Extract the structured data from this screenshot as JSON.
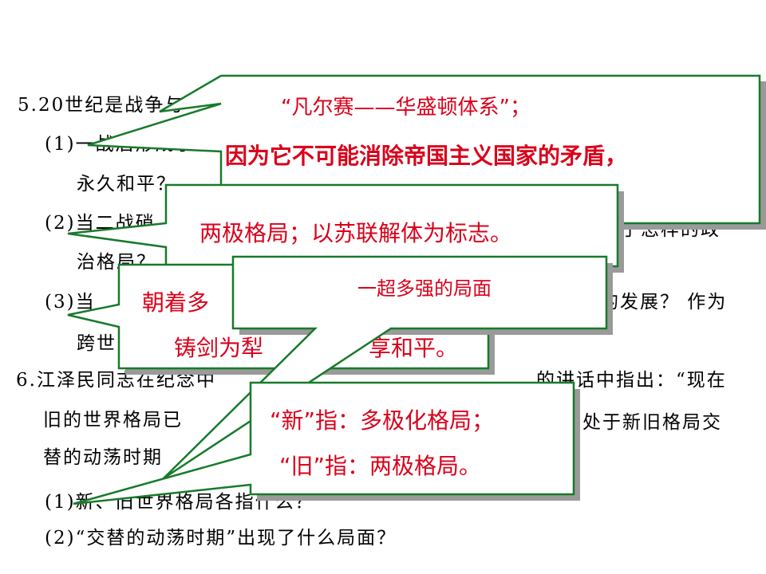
{
  "questions": {
    "q5_line1": "5.20世纪是战争与",
    "q5_1_line1": "(1)一战后形成了",
    "q5_1_line2": "永久和平？",
    "q5_2_line1": "(2)当二战硝",
    "q5_2_line1_tail": "了怎样的政",
    "q5_2_line2": "治格局？",
    "q5_3_line1": "(3)当",
    "q5_3_line1_tail": "的发展？ 作为",
    "q5_3_line2": "跨世",
    "q6_line1": "6.江泽民同志在纪念中",
    "q6_line1_tail": "的讲话中指出：“现在",
    "q6_line2": "旧的世界格局已",
    "q6_line2_tail": "处于新旧格局交",
    "q6_line3": "替的动荡时期",
    "q6_1": "(1)新、旧世界格局各指什么？",
    "q6_2": "(2)“交替的动荡时期”出现了什么局面？"
  },
  "answers": {
    "a1_line1": "“凡尔赛——华盛顿体系”；",
    "a1_line2": "因为它不可能消除帝国主义国家的矛盾，",
    "a2": "两极格局；以苏联解体为标志。",
    "a3_line1": "朝着多",
    "a3_line2": "铸剑为犁",
    "a3_line2_tail": "享和平。",
    "a4": "一超多强的局面",
    "a5_line1": "“新”指：多极化格局；",
    "a5_line2": "“旧”指：两极格局。"
  },
  "colors": {
    "border": "#177a2a",
    "answer_text": "#d9001b",
    "question_text": "#000000",
    "shadow": "#9a9a9a"
  }
}
